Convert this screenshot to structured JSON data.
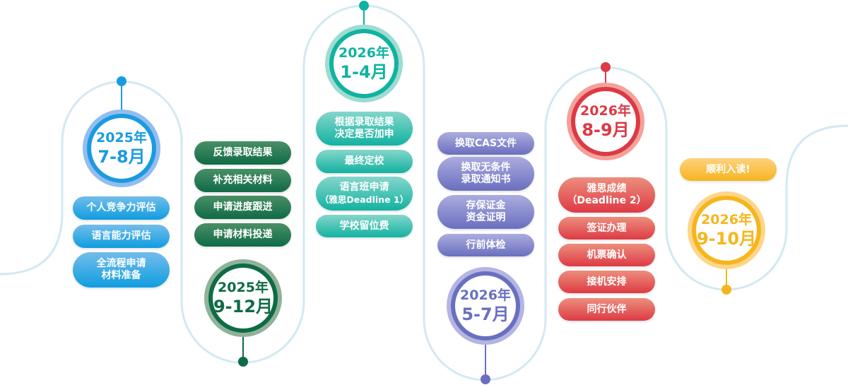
{
  "stages": [
    {
      "year": "2025年",
      "months": "7-8月",
      "colors": {
        "ring": "#93bdee",
        "main": "#1a9be0",
        "pill_top": "#72bdea",
        "pill_bottom": "#109de0"
      },
      "items": [
        [
          "个人竞争力评估"
        ],
        [
          "语言能力评估"
        ],
        [
          "全流程申请",
          "材料准备"
        ]
      ]
    },
    {
      "year": "2025年",
      "months": "9-12月",
      "colors": {
        "ring": "#8fb39a",
        "main": "#0e6b45",
        "pill_top": "#4a8f66",
        "pill_bottom": "#0f6b46"
      },
      "items": [
        [
          "反馈录取结果"
        ],
        [
          "补充相关材料"
        ],
        [
          "申请进度跟进"
        ],
        [
          "申请材料投递"
        ]
      ]
    },
    {
      "year": "2026年",
      "months": "1-4月",
      "colors": {
        "ring": "#9edcd1",
        "main": "#0fb3a0",
        "pill_top": "#85d6cb",
        "pill_bottom": "#12b2a1"
      },
      "items": [
        [
          "根据录取结果",
          "决定是否加申"
        ],
        [
          "最终定校"
        ],
        [
          "语言班申请",
          "（雅思Deadline 1）"
        ],
        [
          "学校留位费"
        ]
      ]
    },
    {
      "year": "2026年",
      "months": "5-7月",
      "colors": {
        "ring": "#b4b5e3",
        "main": "#6a70c0",
        "pill_top": "#abacdf",
        "pill_bottom": "#6a6fbf"
      },
      "items": [
        [
          "换取CAS文件"
        ],
        [
          "换取无条件",
          "录取通知书"
        ],
        [
          "存保证金",
          "资金证明"
        ],
        [
          "行前体检"
        ]
      ]
    },
    {
      "year": "2026年",
      "months": "8-9月",
      "colors": {
        "ring": "#f4a19a",
        "main": "#dc3a45",
        "pill_top": "#ec8e7d",
        "pill_bottom": "#de3a44"
      },
      "items": [
        [
          "雅思成绩",
          "（Deadline 2）"
        ],
        [
          "签证办理"
        ],
        [
          "机票确认"
        ],
        [
          "接机安排"
        ],
        [
          "同行伙伴"
        ]
      ]
    },
    {
      "year": "2026年",
      "months": "9-10月",
      "colors": {
        "ring": "#fdd68a",
        "main": "#f6b51c",
        "pill_top": "#fdd27c",
        "pill_bottom": "#f5b41e"
      },
      "items": [
        [
          "顺利入读!"
        ]
      ]
    }
  ],
  "wave_color": "#d3e9f1"
}
